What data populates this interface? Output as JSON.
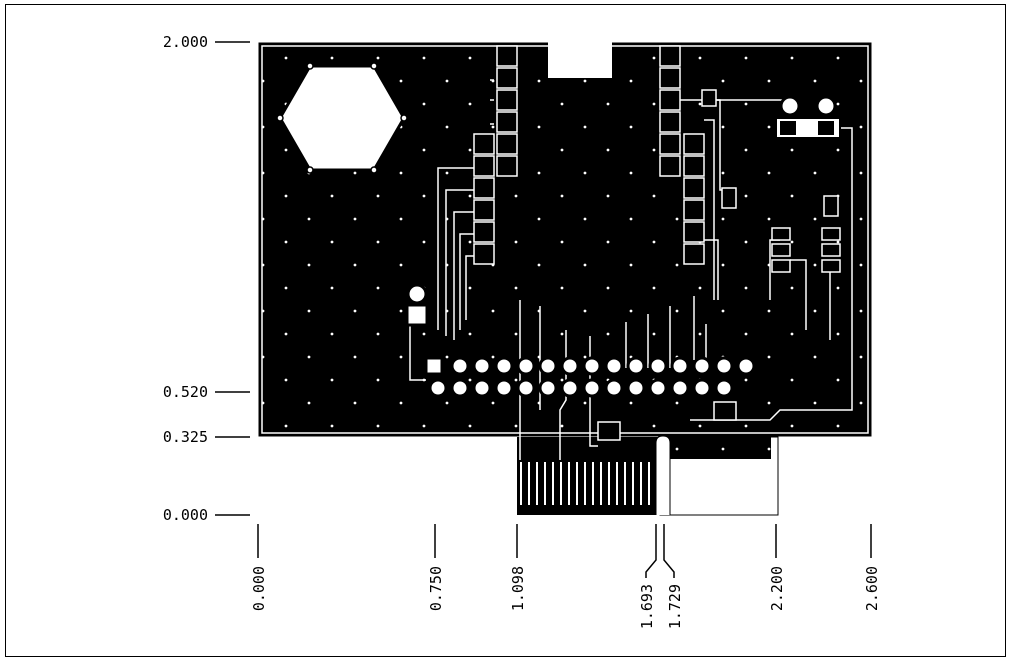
{
  "dimensions": {
    "vertical": [
      "2.000",
      "0.520",
      "0.325",
      "0.000"
    ],
    "horizontal": [
      "0.000",
      "0.750",
      "1.098",
      "1.693",
      "1.729",
      "2.200",
      "2.600"
    ]
  },
  "colors": {
    "board": "#000000",
    "copper_outline": "#ffffff",
    "background": "#ffffff"
  }
}
